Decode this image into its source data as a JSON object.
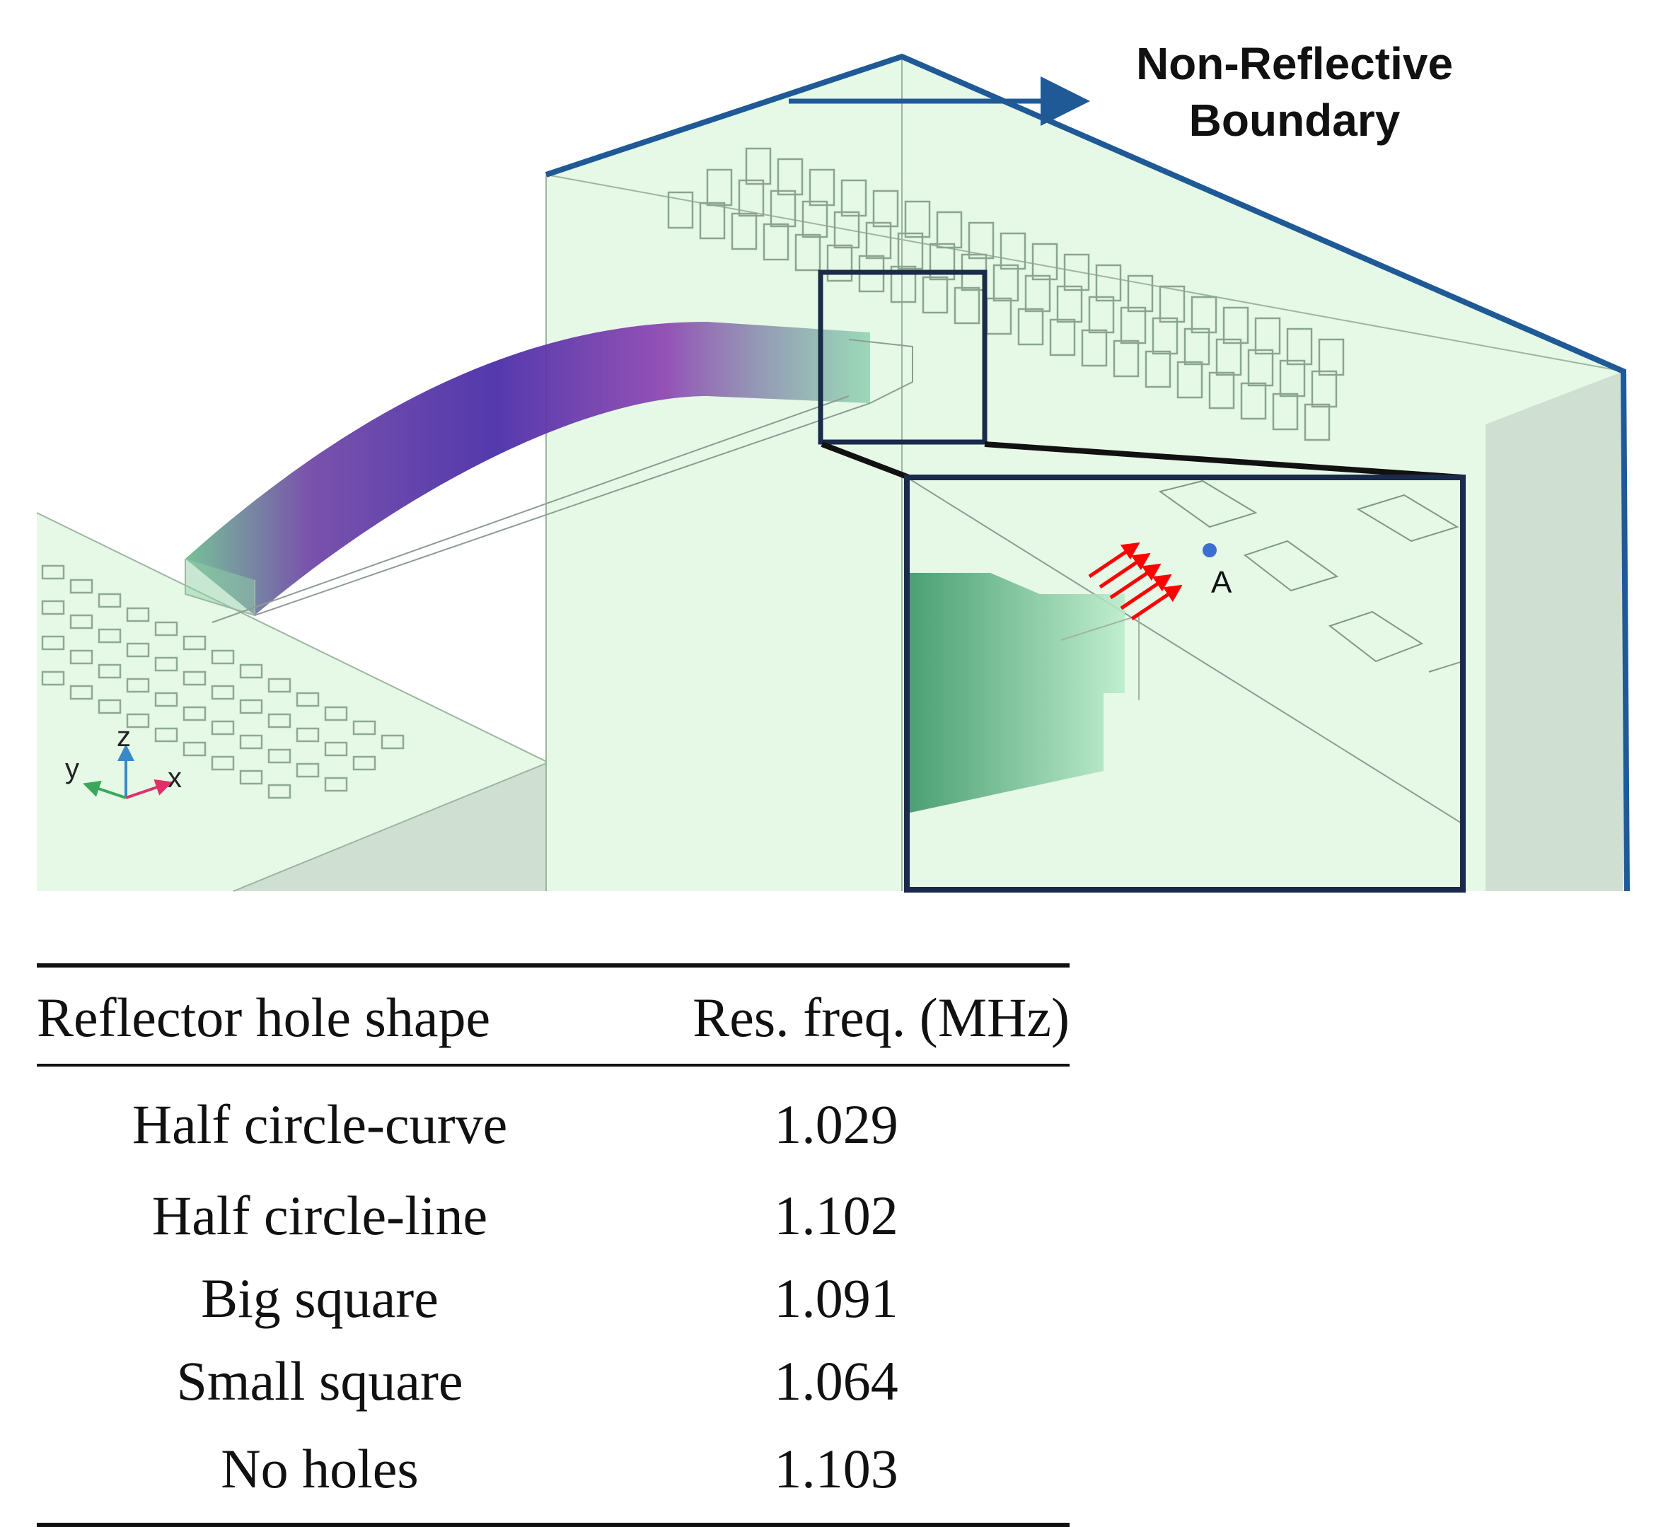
{
  "figure": {
    "boundary_label_line1": "Non-Reflective",
    "boundary_label_line2": "Boundary",
    "point_label": "A",
    "axis_z": "z",
    "axis_y": "y",
    "axis_x": "x"
  },
  "table": {
    "headers": [
      "Reflector hole shape",
      "Res. freq. (MHz)"
    ],
    "rows": [
      [
        "Half circle-curve",
        "1.029"
      ],
      [
        "Half circle-line",
        "1.102"
      ],
      [
        "Big square",
        "1.091"
      ],
      [
        "Small square",
        "1.064"
      ],
      [
        "No holes",
        "1.103"
      ]
    ]
  }
}
